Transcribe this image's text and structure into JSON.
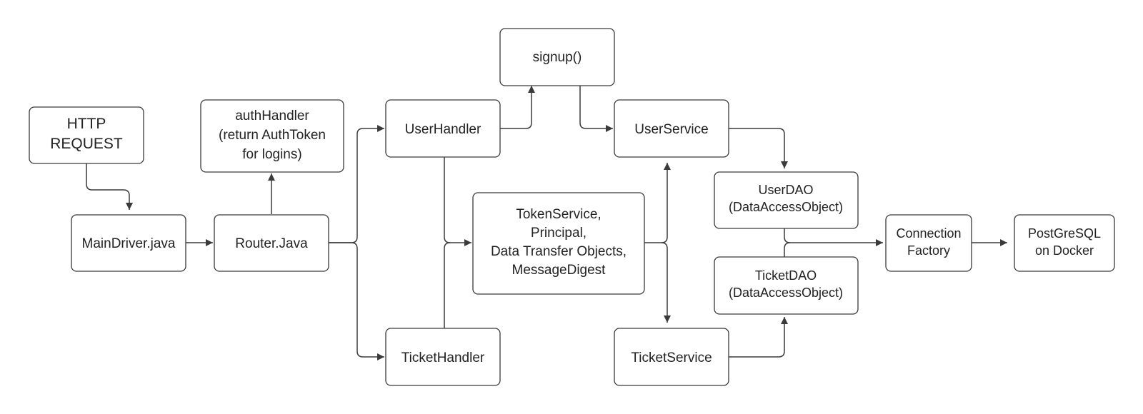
{
  "nodes": {
    "http_request": [
      "HTTP",
      "REQUEST"
    ],
    "main_driver": [
      "MainDriver.java"
    ],
    "router": [
      "Router.Java"
    ],
    "auth_handler": [
      "authHandler",
      "(return AuthToken",
      "for logins)"
    ],
    "user_handler": [
      "UserHandler"
    ],
    "ticket_handler": [
      "TicketHandler"
    ],
    "signup": [
      "signup()"
    ],
    "token_service": [
      "TokenService,",
      "Principal,",
      "Data Transfer Objects,",
      "MessageDigest"
    ],
    "user_service": [
      "UserService"
    ],
    "ticket_service": [
      "TicketService"
    ],
    "user_dao": [
      "UserDAO",
      "(DataAccessObject)"
    ],
    "ticket_dao": [
      "TicketDAO",
      "(DataAccessObject)"
    ],
    "connection_factory": [
      "Connection",
      "Factory"
    ],
    "postgresql": [
      "PostGreSQL",
      "on Docker"
    ]
  },
  "edges": [
    {
      "from": "http_request",
      "to": "main_driver"
    },
    {
      "from": "main_driver",
      "to": "router"
    },
    {
      "from": "router",
      "to": "auth_handler"
    },
    {
      "from": "router",
      "to": "user_handler"
    },
    {
      "from": "router",
      "to": "ticket_handler"
    },
    {
      "from": "user_handler",
      "to": "signup"
    },
    {
      "from": "signup",
      "to": "user_service"
    },
    {
      "from": "user_handler",
      "to": "token_service"
    },
    {
      "from": "ticket_handler",
      "to": "token_service"
    },
    {
      "from": "token_service",
      "to": "user_service"
    },
    {
      "from": "token_service",
      "to": "ticket_service"
    },
    {
      "from": "user_service",
      "to": "user_dao"
    },
    {
      "from": "ticket_service",
      "to": "ticket_dao"
    },
    {
      "from": "user_dao",
      "to": "connection_factory"
    },
    {
      "from": "ticket_dao",
      "to": "connection_factory"
    },
    {
      "from": "connection_factory",
      "to": "postgresql"
    }
  ]
}
